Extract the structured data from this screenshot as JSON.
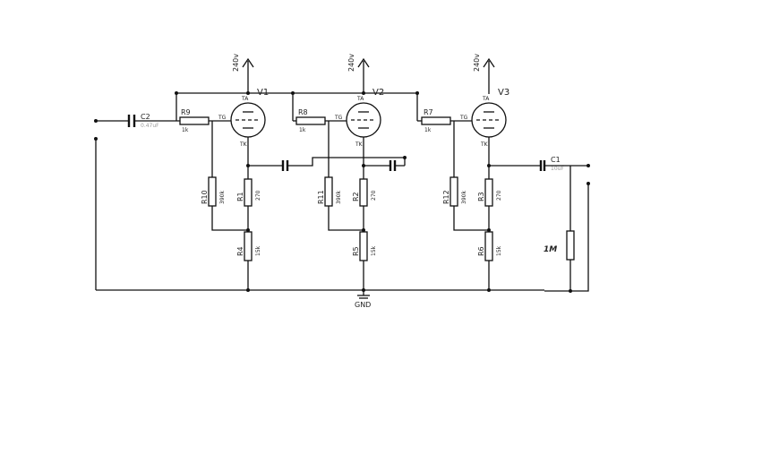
{
  "supply": {
    "v1": "240v",
    "v2": "240v",
    "v3": "240v"
  },
  "tubes": [
    {
      "name": "V1",
      "anode": "TA",
      "grid": "TG",
      "cathode": "TK"
    },
    {
      "name": "V2",
      "anode": "TA",
      "grid": "TG",
      "cathode": "TK"
    },
    {
      "name": "V3",
      "anode": "TA",
      "grid": "TG",
      "cathode": "TK"
    }
  ],
  "grid_resistors": [
    {
      "name": "R9",
      "value": "1k"
    },
    {
      "name": "R8",
      "value": "1k"
    },
    {
      "name": "R7",
      "value": "1k"
    }
  ],
  "bias_resistors": [
    {
      "name": "R10",
      "value": "390k"
    },
    {
      "name": "R11",
      "value": "390k"
    },
    {
      "name": "R12",
      "value": "390k"
    }
  ],
  "cathode_resistors": [
    {
      "name": "R1",
      "value": "270"
    },
    {
      "name": "R2",
      "value": "270"
    },
    {
      "name": "R3",
      "value": "270"
    }
  ],
  "load_resistors": [
    {
      "name": "R4",
      "value": "15k"
    },
    {
      "name": "R5",
      "value": "15k"
    },
    {
      "name": "R6",
      "value": "15k"
    }
  ],
  "input_cap": {
    "name": "C2",
    "value": "0.47uF"
  },
  "output_cap": {
    "name": "C1",
    "value": "10uF"
  },
  "output_load": {
    "value": "1M"
  },
  "ground": {
    "label": "GND"
  }
}
